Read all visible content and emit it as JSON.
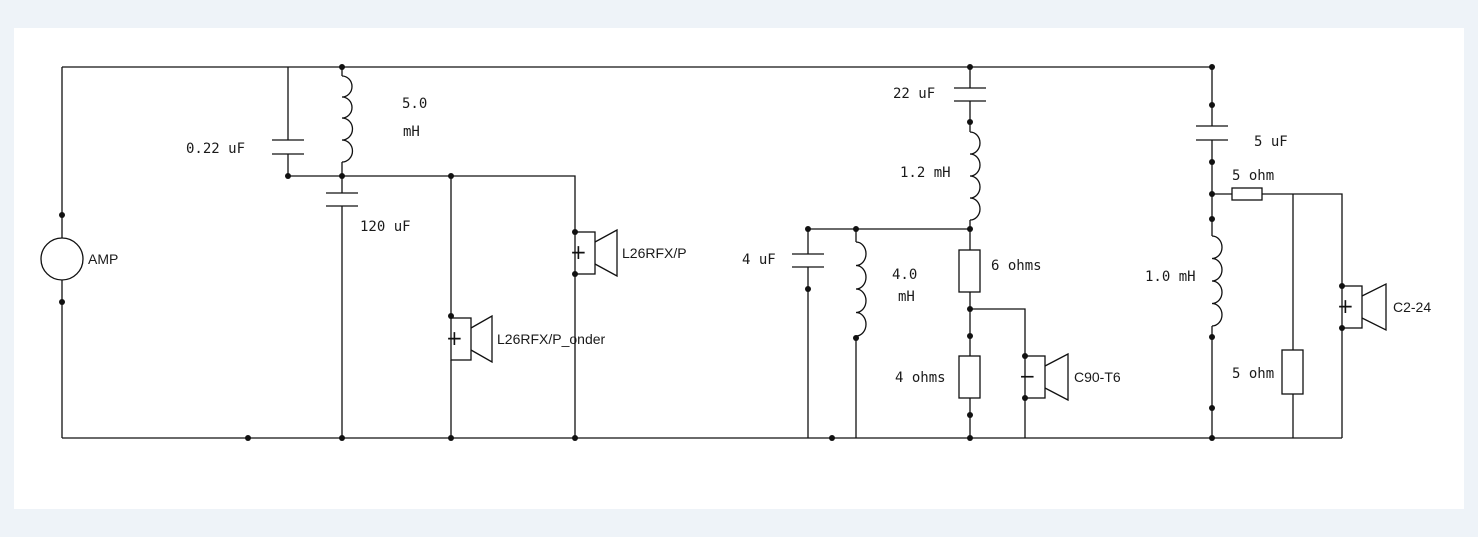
{
  "components": {
    "amp": "AMP",
    "cap_022": "0.22 uF",
    "ind_50_a": "5.0",
    "ind_50_b": "mH",
    "cap_120": "120 uF",
    "spk1": "L26RFX/P",
    "spk2": "L26RFX/P_onder",
    "cap_22": "22 uF",
    "ind_12": "1.2 mH",
    "cap_4": "4 uF",
    "ind_40_a": "4.0",
    "ind_40_b": "mH",
    "res_6": "6 ohms",
    "res_4": "4 ohms",
    "spk3": "C90-T6",
    "cap_5": "5 uF",
    "res_5a": "5 ohm",
    "ind_10": "1.0 mH",
    "res_5b": "5 ohm",
    "spk4": "C2-24"
  },
  "polarity": {
    "plus": "+",
    "minus": "−"
  }
}
